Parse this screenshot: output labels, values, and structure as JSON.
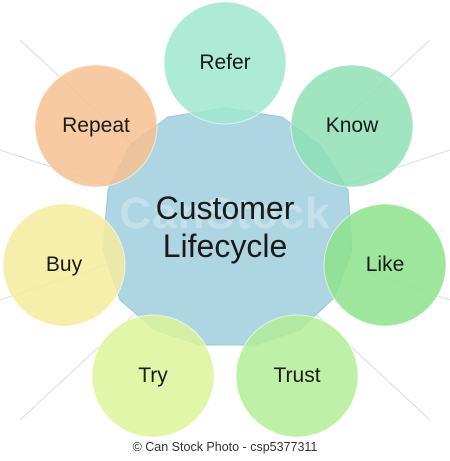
{
  "diagram": {
    "center_title_line1": "Customer",
    "center_title_line2": "Lifecycle",
    "stages": [
      {
        "id": "refer",
        "label": "Refer",
        "color": "#9fe8cf"
      },
      {
        "id": "know",
        "label": "Know",
        "color": "#8fe0b4"
      },
      {
        "id": "like",
        "label": "Like",
        "color": "#8ee28c"
      },
      {
        "id": "trust",
        "label": "Trust",
        "color": "#b3ed98"
      },
      {
        "id": "try",
        "label": "Try",
        "color": "#dcf59a"
      },
      {
        "id": "buy",
        "label": "Buy",
        "color": "#f5ec9e"
      },
      {
        "id": "repeat",
        "label": "Repeat",
        "color": "#f6c191"
      }
    ],
    "center_color": "#a7d3e0"
  },
  "watermark": "CanStock",
  "credit": "© Can Stock Photo - csp5377311"
}
